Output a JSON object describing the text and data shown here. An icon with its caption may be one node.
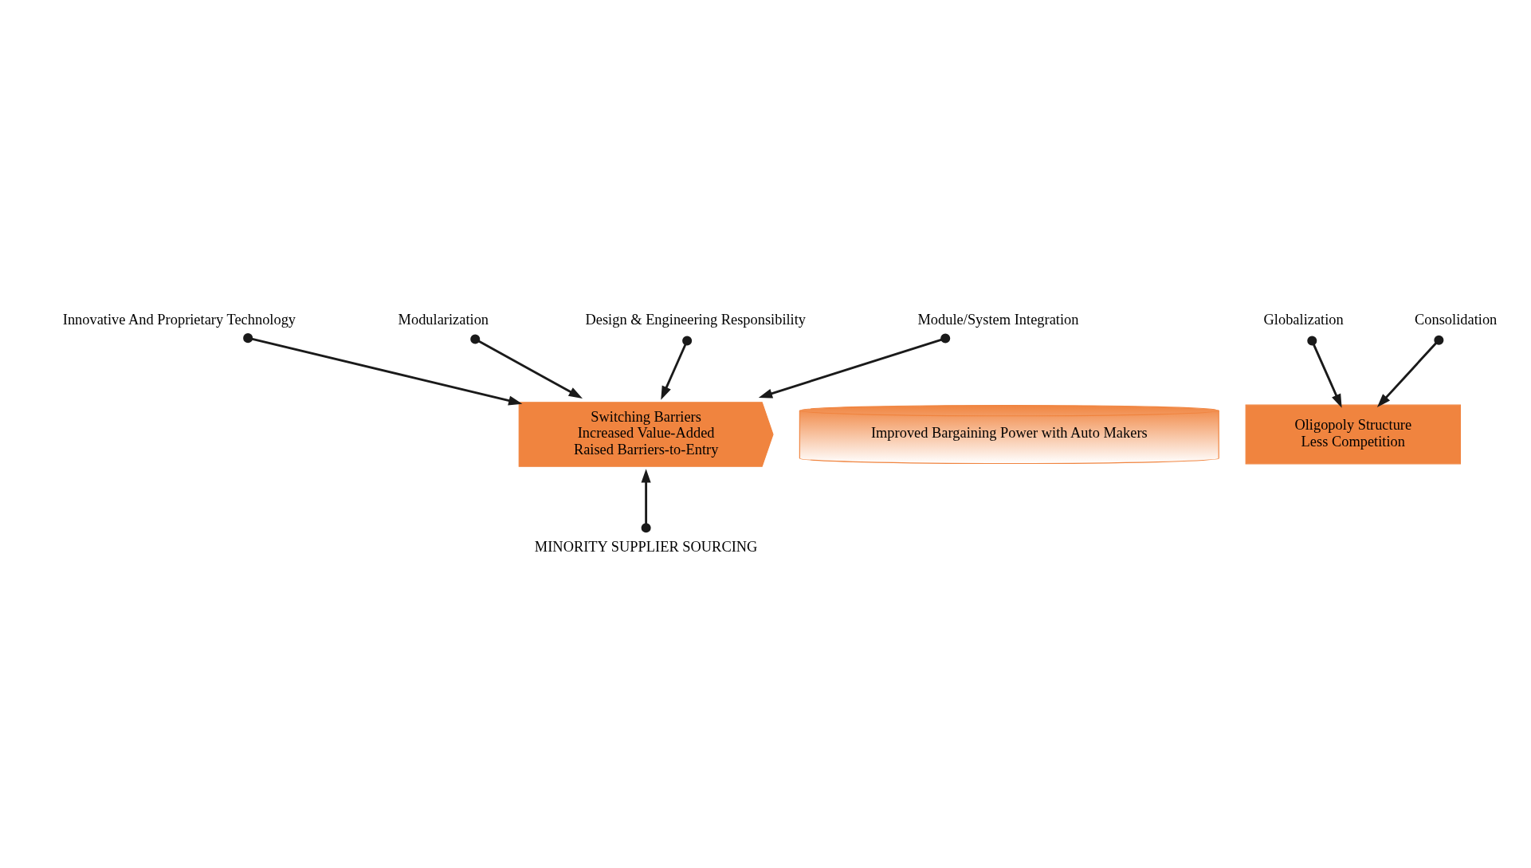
{
  "diagram": {
    "nodes": [
      {
        "text": [
          "Innovative And Proprietary Technology"
        ]
      },
      {
        "text": [
          "Modularization"
        ]
      },
      {
        "text": [
          "Design & Engineering Responsibility"
        ]
      },
      {
        "text": [
          "Module/System Integration"
        ]
      },
      {
        "text": [
          "Globalization"
        ]
      },
      {
        "text": [
          "Consolidation"
        ]
      },
      {
        "text": [
          "Switching Barriers",
          "Increased Value-Added",
          "Raised Barriers-to-Entry"
        ]
      },
      {
        "text": [
          "Improved Bargaining Power with Auto Makers"
        ]
      },
      {
        "text": [
          "Oligopoly Structure",
          "Less Competition"
        ]
      },
      {
        "text": [
          "MINORITY SUPPLIER SOURCING"
        ]
      }
    ],
    "edges": [
      {
        "from": 0,
        "to": 6,
        "arrow": "to"
      },
      {
        "from": 1,
        "to": 6,
        "arrow": "to"
      },
      {
        "from": 2,
        "to": 6,
        "arrow": "to"
      },
      {
        "from": 3,
        "to": 6,
        "arrow": "to"
      },
      {
        "from": 4,
        "to": 8,
        "arrow": "to"
      },
      {
        "from": 5,
        "to": 8,
        "arrow": "to"
      },
      {
        "from": 9,
        "to": 6,
        "arrow": "to"
      }
    ]
  }
}
